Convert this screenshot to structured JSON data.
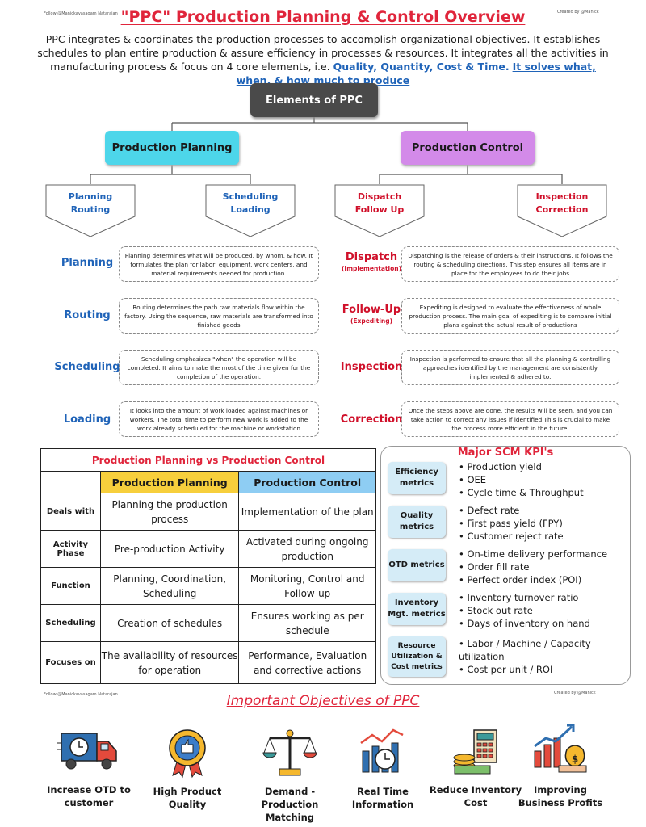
{
  "watermarks": {
    "follow": "Follow @Manickavasagam Natarajan",
    "created": "Created by @Manick"
  },
  "header": {
    "title": "\"PPC\" Production Planning & Control Overview",
    "intro_plain": "PPC integrates & coordinates the production processes to accomplish organizational objectives. It establishes schedules to plan entire production & assure efficiency in processes & resources. It integrates all the activities in manufacturing process & focus on 4 core elements, i.e. ",
    "intro_elements": "Quality, Quantity, Cost & Time.",
    "intro_tagline": "It solves what, when, & how much to produce"
  },
  "tree": {
    "root": "Elements of PPC",
    "planning": "Production Planning",
    "control": "Production Control",
    "sub": [
      {
        "line1": "Planning",
        "line2": "Routing",
        "color": "#1f63b8"
      },
      {
        "line1": "Scheduling",
        "line2": "Loading",
        "color": "#1f63b8"
      },
      {
        "line1": "Dispatch",
        "line2": "Follow Up",
        "color": "#d0102a"
      },
      {
        "line1": "Inspection",
        "line2": "Correction",
        "color": "#d0102a"
      }
    ]
  },
  "planning_steps": [
    {
      "label": "Planning",
      "desc": "Planning determines what will be produced, by whom, & how. It formulates the plan for labor, equipment, work centers, and material requirements needed for production."
    },
    {
      "label": "Routing",
      "desc": "Routing determines the path raw materials flow within the factory. Using the sequence, raw materials are transformed into finished goods"
    },
    {
      "label": "Scheduling",
      "desc": "Scheduling emphasizes \"when\" the operation will be completed. It aims to make the most of the time given for the completion of the operation."
    },
    {
      "label": "Loading",
      "desc": "It looks into the amount of work loaded against machines or workers. The total time to perform new work is added to the work already scheduled for the machine or workstation"
    }
  ],
  "control_steps": [
    {
      "label": "Dispatch",
      "sub": "(Implementation)",
      "desc": "Dispatching is the release of orders & their instructions. It follows the routing & scheduling directions. This step ensures all items are in place for the employees to do their jobs"
    },
    {
      "label": "Follow-Up",
      "sub": "(Expediting)",
      "desc": "Expediting is designed to evaluate the effectiveness of whole production process. The main goal of expediting is to compare initial plans against the actual result of productions"
    },
    {
      "label": "Inspection",
      "sub": "",
      "desc": "Inspection is performed to ensure that all the planning & controlling approaches identified by the management are consistently implemented & adhered to."
    },
    {
      "label": "Correction",
      "sub": "",
      "desc": "Once the steps above are done, the results will be seen, and you can take action to correct any issues if identified This is crucial to make the process more efficient in the future."
    }
  ],
  "comparison": {
    "title": "Production Planning vs Production Control",
    "col1": "Production Planning",
    "col2": "Production Control",
    "rows": [
      {
        "aspect": "Deals with",
        "planning": "Planning the production process",
        "control": "Implementation of the plan"
      },
      {
        "aspect": "Activity Phase",
        "planning": "Pre-production Activity",
        "control": "Activated during ongoing production"
      },
      {
        "aspect": "Function",
        "planning": "Planning, Coordination, Scheduling",
        "control": "Monitoring, Control and Follow-up"
      },
      {
        "aspect": "Scheduling",
        "planning": "Creation of schedules",
        "control": "Ensures working as per schedule"
      },
      {
        "aspect": "Focuses on",
        "planning": "The availability of resources for operation",
        "control": "Performance, Evaluation and corrective actions"
      }
    ]
  },
  "kpis": {
    "title": "Major SCM KPI's",
    "groups": [
      {
        "name": "Efficiency metrics",
        "items": [
          "Production yield",
          "OEE",
          "Cycle time & Throughput"
        ]
      },
      {
        "name": "Quality metrics",
        "items": [
          "Defect rate",
          "First pass yield (FPY)",
          "Customer reject rate"
        ]
      },
      {
        "name": "OTD metrics",
        "items": [
          "On-time delivery performance",
          "Order fill rate",
          "Perfect order index (POI)"
        ]
      },
      {
        "name": "Inventory Mgt. metrics",
        "items": [
          "Inventory turnover ratio",
          "Stock out rate",
          "Days of inventory on hand"
        ]
      },
      {
        "name": "Resource Utilization & Cost metrics",
        "items": [
          "Labor / Machine / Capacity utilization",
          "Cost per unit / ROI"
        ]
      }
    ]
  },
  "objectives": {
    "title": "Important Objectives of PPC",
    "items": [
      {
        "label": "Increase OTD to customer",
        "icon": "delivery-truck-icon"
      },
      {
        "label": "High Product Quality",
        "icon": "quality-medal-icon"
      },
      {
        "label": "Demand - Production Matching",
        "icon": "balance-scale-icon"
      },
      {
        "label": "Real Time Information",
        "icon": "realtime-chart-icon"
      },
      {
        "label": "Reduce Inventory Cost",
        "icon": "calculator-money-icon"
      },
      {
        "label": "Improving Business Profits",
        "icon": "profit-growth-icon"
      }
    ]
  }
}
